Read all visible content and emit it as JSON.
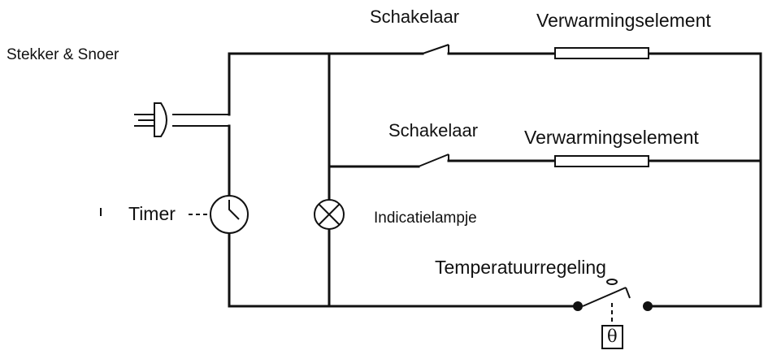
{
  "labels": {
    "plug": "Stekker & Snoer",
    "switch_top": "Schakelaar",
    "heater_top": "Verwarmingselement",
    "switch_mid": "Schakelaar",
    "heater_mid": "Verwarmingselement",
    "timer": "Timer",
    "indicator": "Indicatielampje",
    "thermostat": "Temperatuurregeling",
    "theta": "θ"
  },
  "colors": {
    "line": "#111111",
    "background": "#ffffff"
  }
}
